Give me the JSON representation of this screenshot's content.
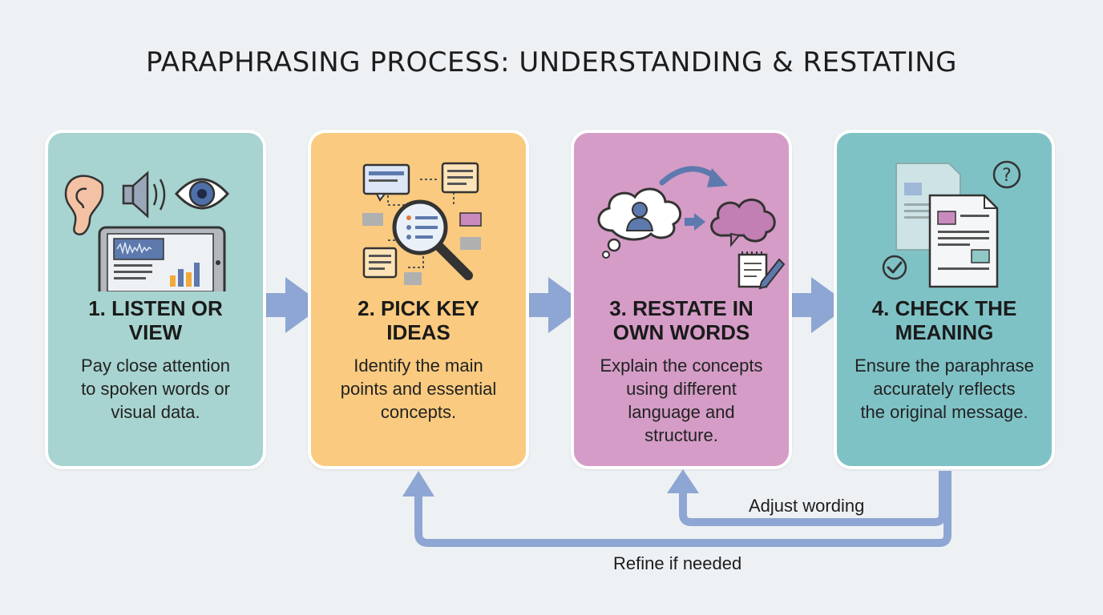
{
  "title": "PARAPHRASING PROCESS: UNDERSTANDING & RESTATING",
  "steps": [
    {
      "title_line1": "1. LISTEN OR",
      "title_line2": "VIEW",
      "desc_line1": "Pay close attention",
      "desc_line2": "to spoken words or",
      "desc_line3": "visual data.",
      "desc_line4": "",
      "color": "#a7d3d0"
    },
    {
      "title_line1": "2. PICK KEY",
      "title_line2": "IDEAS",
      "desc_line1": "Identify the main",
      "desc_line2": "points and essential",
      "desc_line3": "concepts.",
      "desc_line4": "",
      "color": "#f9ca7f"
    },
    {
      "title_line1": "3. RESTATE IN",
      "title_line2": "OWN WORDS",
      "desc_line1": "Explain the concepts",
      "desc_line2": "using different",
      "desc_line3": "language and",
      "desc_line4": "structure.",
      "color": "#d49cc6"
    },
    {
      "title_line1": "4. CHECK THE",
      "title_line2": "MEANING",
      "desc_line1": "Ensure the paraphrase",
      "desc_line2": "accurately reflects",
      "desc_line3": "the original message.",
      "desc_line4": "",
      "color": "#7fc2c6"
    }
  ],
  "loops": {
    "adjust": "Adjust wording",
    "refine": "Refine if needed"
  },
  "colors": {
    "arrow": "#8ea6d3",
    "background": "#edf1f3"
  }
}
